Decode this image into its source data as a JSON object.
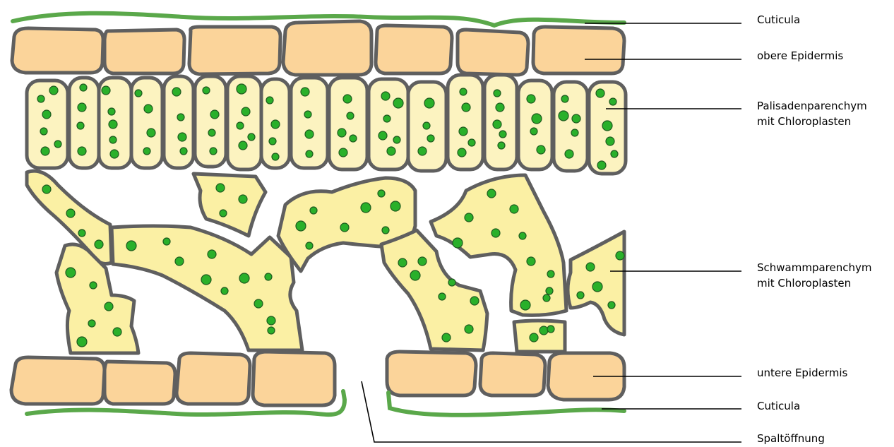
{
  "labels": {
    "cuticula_top": "Cuticula",
    "upper_epidermis": "obere Epidermis",
    "palisade_line1": "Palisadenparenchym",
    "palisade_line2": "mit Chloroplasten",
    "spongy_line1": "Schwammparenchym",
    "spongy_line2": "mit Chloroplasten",
    "lower_epidermis": "untere Epidermis",
    "cuticula_bottom": "Cuticula",
    "stoma": "Spaltöffnung"
  },
  "colors": {
    "epidermis_fill": "#fbd49a",
    "parenchyma_fill": "#fbf0a4",
    "palisade_fill": "#fcf3c0",
    "cell_outline": "#5f5f5f",
    "cuticula": "#5aa84a",
    "chloroplast": "#2ab02a",
    "chloroplast_outline": "#1e5a1e",
    "leader_line": "#000000"
  }
}
